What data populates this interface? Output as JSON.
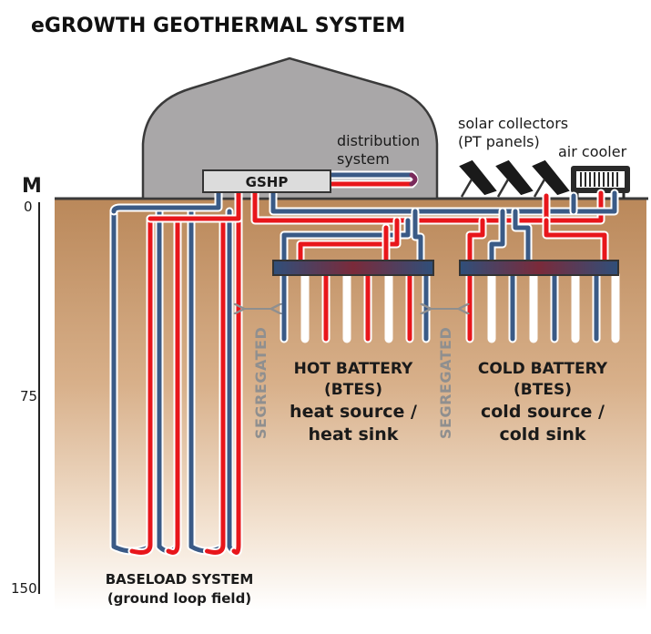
{
  "diagram": {
    "title": "eGROWTH GEOTHERMAL SYSTEM",
    "depth_axis": {
      "unit": "M",
      "ticks": [
        "0",
        "75",
        "150"
      ]
    },
    "gshp_label": "GSHP",
    "distribution_label": [
      "distribution",
      "system"
    ],
    "solar_label": [
      "solar collectors",
      "(PT panels)"
    ],
    "air_cooler_label": "air cooler",
    "segregated_label": "SEGREGATED",
    "hot_battery": [
      "HOT BATTERY",
      "(BTES)",
      "heat source /",
      "heat sink"
    ],
    "cold_battery": [
      "COLD BATTERY",
      "(BTES)",
      "cold source /",
      "cold sink"
    ],
    "baseload": [
      "BASELOAD SYSTEM",
      "(ground loop field)"
    ],
    "colors": {
      "hot_pipe": "#e8161b",
      "cold_pipe": "#3a5a86",
      "pipe_outline": "#ffffff",
      "ground_top": "#ba885a",
      "ground_bottom": "#ffffff",
      "building": "#a9a7a8",
      "manifold": "#3a3a3a",
      "segregated_text": "#8f8f8f"
    }
  }
}
